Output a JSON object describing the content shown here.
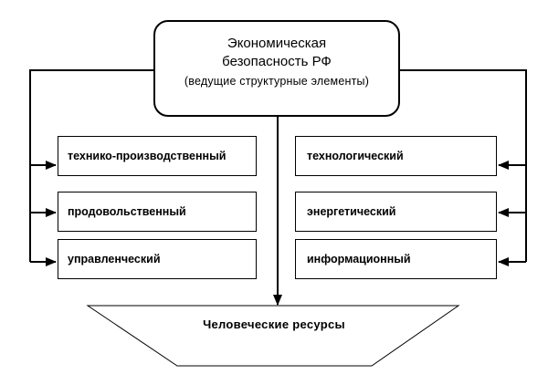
{
  "root": {
    "title": "Экономическая безопасность РФ",
    "subtitle": "(ведущие структурные элементы)"
  },
  "left_elements": [
    "технико-производственный",
    "продовольственный",
    "управленческий"
  ],
  "right_elements": [
    "технологический",
    "энергетический",
    "информационный"
  ],
  "base": "Человеческие ресурсы",
  "colors": {
    "stroke": "#000000",
    "background": "#ffffff"
  }
}
